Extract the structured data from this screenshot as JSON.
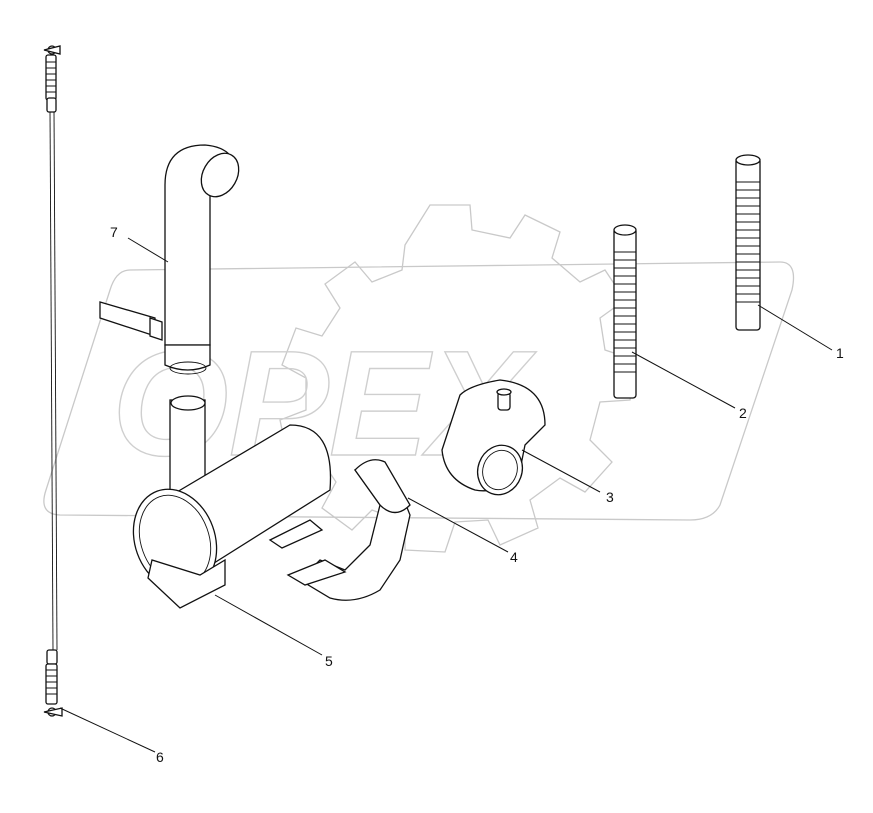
{
  "watermark": {
    "text": "OPEX"
  },
  "callouts": [
    {
      "id": "c1",
      "label": "1"
    },
    {
      "id": "c2",
      "label": "2"
    },
    {
      "id": "c3",
      "label": "3"
    },
    {
      "id": "c4",
      "label": "4"
    },
    {
      "id": "c5",
      "label": "5"
    },
    {
      "id": "c6",
      "label": "6"
    },
    {
      "id": "c7",
      "label": "7"
    }
  ]
}
